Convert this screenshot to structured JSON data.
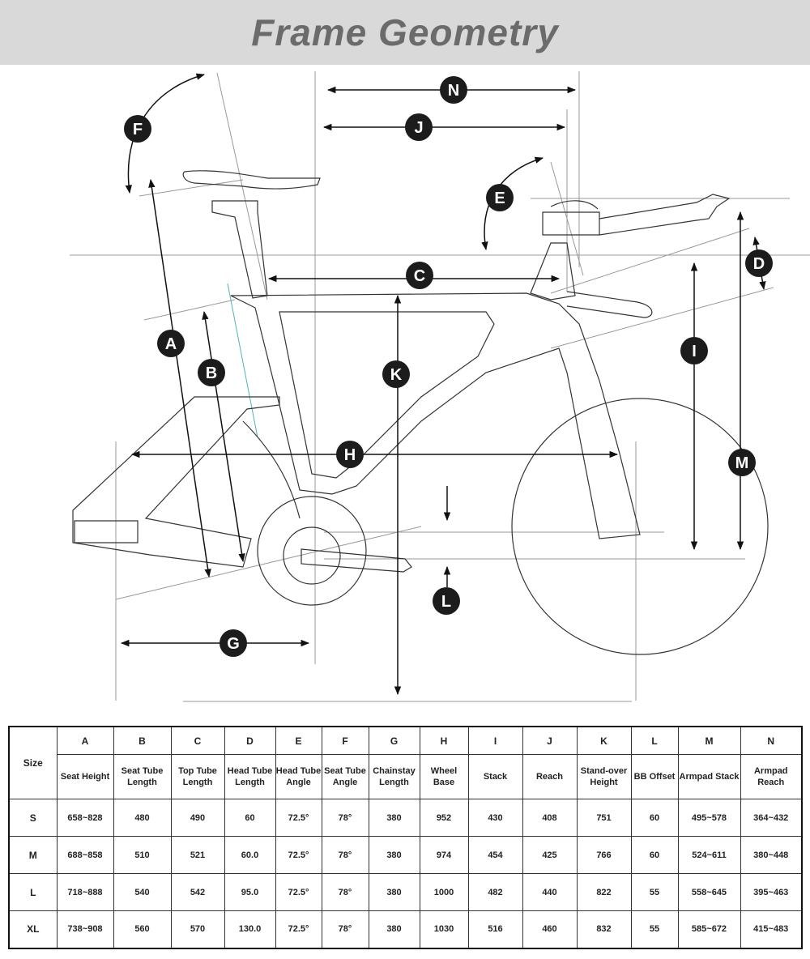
{
  "title": "Frame Geometry",
  "diagram": {
    "labels": [
      "N",
      "J",
      "F",
      "E",
      "C",
      "D",
      "A",
      "B",
      "K",
      "I",
      "H",
      "M",
      "L",
      "G"
    ]
  },
  "table": {
    "size_header": "Size",
    "columns": [
      {
        "letter": "A",
        "name": "Seat Height"
      },
      {
        "letter": "B",
        "name": "Seat Tube Length"
      },
      {
        "letter": "C",
        "name": "Top Tube Length"
      },
      {
        "letter": "D",
        "name": "Head Tube Length"
      },
      {
        "letter": "E",
        "name": "Head Tube Angle"
      },
      {
        "letter": "F",
        "name": "Seat Tube Angle"
      },
      {
        "letter": "G",
        "name": "Chainstay Length"
      },
      {
        "letter": "H",
        "name": "Wheel Base"
      },
      {
        "letter": "I",
        "name": "Stack"
      },
      {
        "letter": "J",
        "name": "Reach"
      },
      {
        "letter": "K",
        "name": "Stand-over Height"
      },
      {
        "letter": "L",
        "name": "BB Offset"
      },
      {
        "letter": "M",
        "name": "Armpad Stack"
      },
      {
        "letter": "N",
        "name": "Armpad Reach"
      }
    ],
    "rows": [
      {
        "size": "S",
        "values": [
          "658~828",
          "480",
          "490",
          "60",
          "72.5°",
          "78°",
          "380",
          "952",
          "430",
          "408",
          "751",
          "60",
          "495~578",
          "364~432"
        ]
      },
      {
        "size": "M",
        "values": [
          "688~858",
          "510",
          "521",
          "60.0",
          "72.5°",
          "78°",
          "380",
          "974",
          "454",
          "425",
          "766",
          "60",
          "524~611",
          "380~448"
        ]
      },
      {
        "size": "L",
        "values": [
          "718~888",
          "540",
          "542",
          "95.0",
          "72.5°",
          "78°",
          "380",
          "1000",
          "482",
          "440",
          "822",
          "55",
          "558~645",
          "395~463"
        ]
      },
      {
        "size": "XL",
        "values": [
          "738~908",
          "560",
          "570",
          "130.0",
          "72.5°",
          "78°",
          "380",
          "1030",
          "516",
          "460",
          "832",
          "55",
          "585~672",
          "415~483"
        ]
      }
    ]
  }
}
